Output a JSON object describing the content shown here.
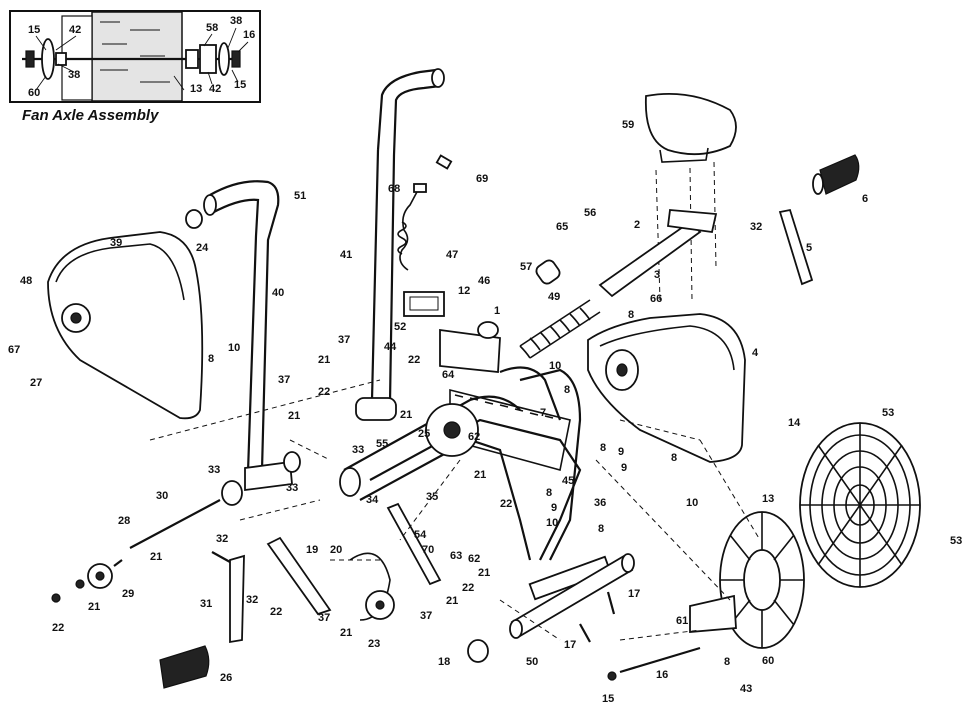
{
  "inset": {
    "title": "Fan Axle Assembly",
    "labels": [
      "15",
      "42",
      "38",
      "60",
      "13",
      "58",
      "38",
      "16",
      "42",
      "15"
    ]
  },
  "parts": [
    {
      "id": "1"
    },
    {
      "id": "2"
    },
    {
      "id": "3"
    },
    {
      "id": "4"
    },
    {
      "id": "5"
    },
    {
      "id": "6"
    },
    {
      "id": "7"
    },
    {
      "id": "8"
    },
    {
      "id": "9"
    },
    {
      "id": "10"
    },
    {
      "id": "12"
    },
    {
      "id": "13"
    },
    {
      "id": "14"
    },
    {
      "id": "15"
    },
    {
      "id": "16"
    },
    {
      "id": "17"
    },
    {
      "id": "18"
    },
    {
      "id": "19"
    },
    {
      "id": "20"
    },
    {
      "id": "21"
    },
    {
      "id": "22"
    },
    {
      "id": "23"
    },
    {
      "id": "24"
    },
    {
      "id": "25"
    },
    {
      "id": "26"
    },
    {
      "id": "27"
    },
    {
      "id": "28"
    },
    {
      "id": "29"
    },
    {
      "id": "30"
    },
    {
      "id": "31"
    },
    {
      "id": "32"
    },
    {
      "id": "33"
    },
    {
      "id": "34"
    },
    {
      "id": "35"
    },
    {
      "id": "36"
    },
    {
      "id": "37"
    },
    {
      "id": "39"
    },
    {
      "id": "40"
    },
    {
      "id": "41"
    },
    {
      "id": "43"
    },
    {
      "id": "44"
    },
    {
      "id": "45"
    },
    {
      "id": "46"
    },
    {
      "id": "47"
    },
    {
      "id": "48"
    },
    {
      "id": "49"
    },
    {
      "id": "50"
    },
    {
      "id": "51"
    },
    {
      "id": "52"
    },
    {
      "id": "53"
    },
    {
      "id": "54"
    },
    {
      "id": "55"
    },
    {
      "id": "56"
    },
    {
      "id": "57"
    },
    {
      "id": "59"
    },
    {
      "id": "60"
    },
    {
      "id": "61"
    },
    {
      "id": "62"
    },
    {
      "id": "63"
    },
    {
      "id": "64"
    },
    {
      "id": "65"
    },
    {
      "id": "66"
    },
    {
      "id": "67"
    },
    {
      "id": "68"
    },
    {
      "id": "69"
    },
    {
      "id": "70"
    }
  ],
  "callouts": [
    "1",
    "2",
    "3",
    "4",
    "5",
    "6",
    "7",
    "8",
    "8",
    "8",
    "8",
    "8",
    "8",
    "8",
    "8",
    "9",
    "9",
    "9",
    "10",
    "10",
    "10",
    "10",
    "12",
    "13",
    "14",
    "15",
    "16",
    "17",
    "17",
    "18",
    "19",
    "20",
    "21",
    "21",
    "21",
    "21",
    "21",
    "21",
    "21",
    "21",
    "21",
    "22",
    "22",
    "22",
    "22",
    "22",
    "22",
    "23",
    "24",
    "25",
    "26",
    "27",
    "28",
    "29",
    "30",
    "31",
    "32",
    "32",
    "32",
    "33",
    "33",
    "33",
    "34",
    "35",
    "36",
    "37",
    "37",
    "37",
    "37",
    "39",
    "40",
    "41",
    "43",
    "44",
    "45",
    "46",
    "47",
    "48",
    "49",
    "50",
    "51",
    "52",
    "53",
    "53",
    "54",
    "55",
    "56",
    "57",
    "59",
    "60",
    "61",
    "62",
    "62",
    "63",
    "64",
    "65",
    "66",
    "67",
    "68",
    "69",
    "70"
  ]
}
